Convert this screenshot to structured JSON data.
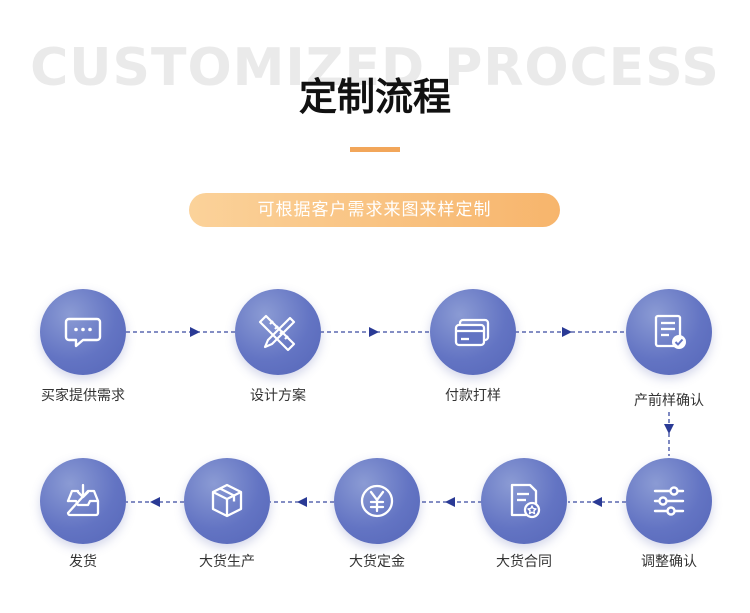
{
  "header": {
    "background_text": "CUSTOMIZED PROCESS",
    "title": "定制流程",
    "subtitle": "可根据客户需求来图来样定制"
  },
  "colors": {
    "node": "#6374c3",
    "accent": "#f2a65a",
    "arrow": "#3a4aa0"
  },
  "steps": [
    {
      "label": "买家提供需求",
      "icon": "chat-bubble-icon"
    },
    {
      "label": "设计方案",
      "icon": "pencil-ruler-icon"
    },
    {
      "label": "付款打样",
      "icon": "credit-card-icon"
    },
    {
      "label": "产前样确认",
      "icon": "checklist-icon"
    },
    {
      "label": "调整确认",
      "icon": "sliders-icon"
    },
    {
      "label": "大货合同",
      "icon": "contract-icon"
    },
    {
      "label": "大货定金",
      "icon": "yen-coin-icon"
    },
    {
      "label": "大货生产",
      "icon": "box-icon"
    },
    {
      "label": "发货",
      "icon": "inbox-tray-icon"
    }
  ]
}
